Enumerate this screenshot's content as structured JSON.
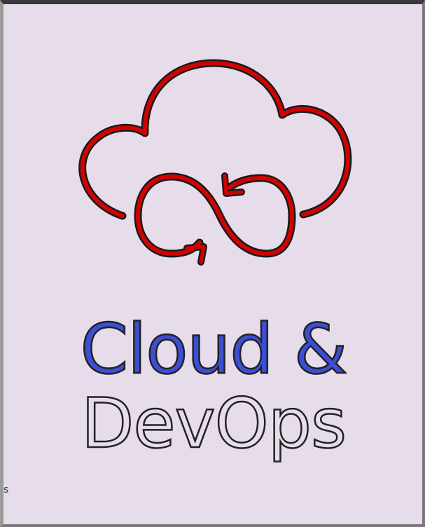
{
  "logo": {
    "icon": "cloud-devops-infinity-icon",
    "title_line1": "Cloud &",
    "title_line2": "DevOps",
    "colors": {
      "background": "#e6dcea",
      "icon_stroke": "#d00000",
      "icon_outline": "#1a1a1a",
      "line1_fill": "#3a4fd6",
      "line2_fill": "#e6dcea",
      "text_outline": "#222222"
    }
  },
  "corner_mark": "s"
}
